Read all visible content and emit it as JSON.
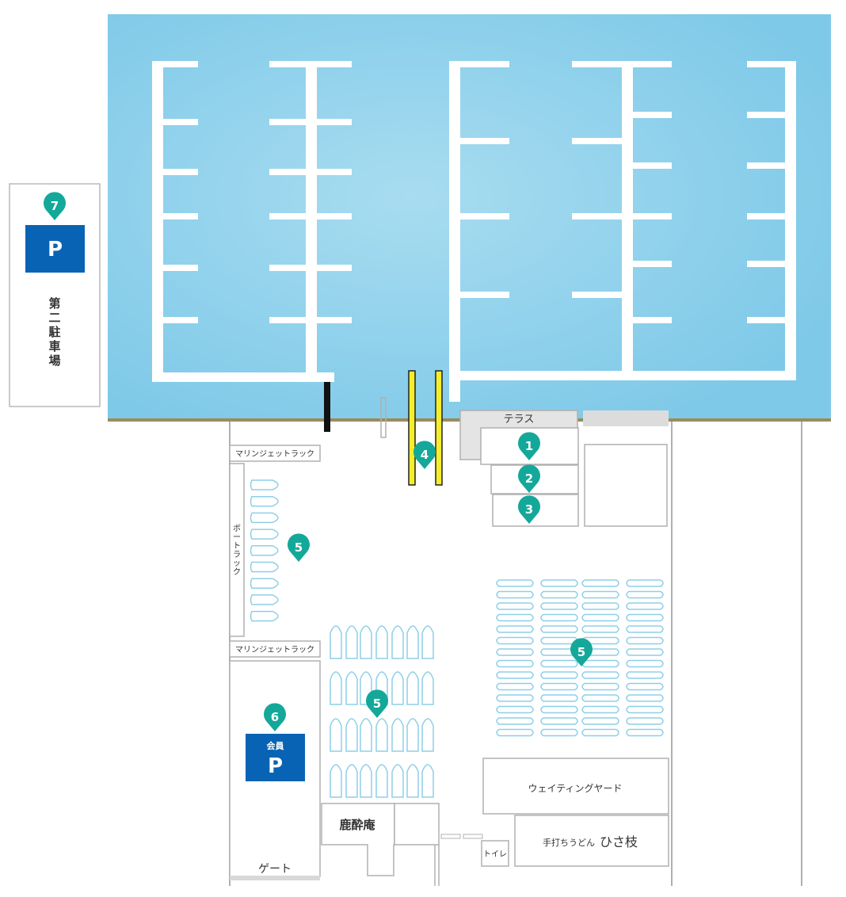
{
  "colors": {
    "water": "#7ec9e8",
    "water_light": "#a8dcf0",
    "shore": "#9c8a5c",
    "pier": "#ffffff",
    "line": "#b0b0b0",
    "pin": "#14a89a",
    "parking": "#0863b5",
    "boat_outline": "#8ecfe8",
    "yellow": "#f5ee2a",
    "terrace_fill": "#e4e4e4"
  },
  "parking_second": {
    "pin": "7",
    "sign": "P",
    "chars": [
      "第",
      "二",
      "駐",
      "車",
      "場"
    ]
  },
  "parking_member": {
    "pin": "6",
    "label": "会員",
    "sign": "P"
  },
  "labels": {
    "terrace": "テラス",
    "marine_jet_rack_top": "マリンジェットラック",
    "marine_jet_rack_bottom": "マリンジェットラック",
    "boat_rack_chars": [
      "ボ",
      "ー",
      "ト",
      "ラ",
      "ッ",
      "ク"
    ],
    "waiting_yard": "ウェイティングヤード",
    "rokusuian": "鹿酔庵",
    "udon_prefix": "手打ちうどん",
    "udon_name": "ひさ枝",
    "toilet": "トイレ",
    "gate": "ゲート"
  },
  "pins": [
    {
      "id": "pin-1",
      "num": "1"
    },
    {
      "id": "pin-2",
      "num": "2"
    },
    {
      "id": "pin-3",
      "num": "3"
    },
    {
      "id": "pin-4",
      "num": "4"
    },
    {
      "id": "pin-5a",
      "num": "5"
    },
    {
      "id": "pin-5b",
      "num": "5"
    },
    {
      "id": "pin-5c",
      "num": "5"
    }
  ]
}
